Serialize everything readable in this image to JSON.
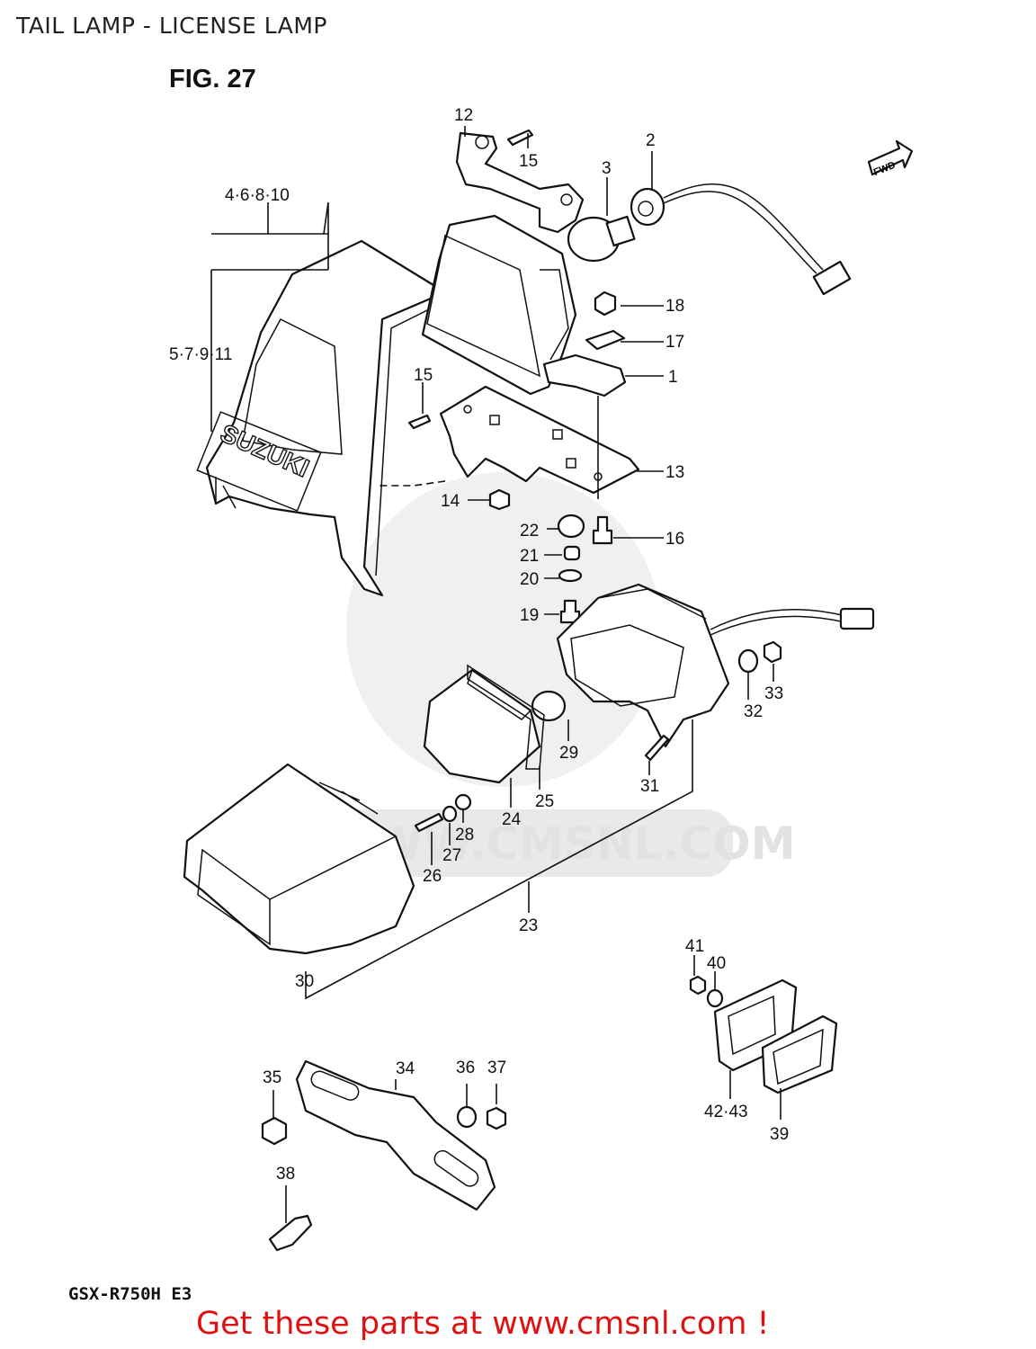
{
  "header": {
    "title": "TAIL LAMP - LICENSE LAMP",
    "figure": "FIG. 27"
  },
  "footer": {
    "model": "GSX-R750H E3",
    "promo": "Get these parts at www.cmsnl.com !"
  },
  "diagram": {
    "direction_marker": "FWD",
    "brand_on_cowl": "SUZUKI",
    "watermark": "WWW.CMSNL.COM",
    "part_labels": [
      "1",
      "2",
      "3",
      "4·6·8·10",
      "5·7·9·11",
      "12",
      "13",
      "14",
      "15",
      "15",
      "16",
      "17",
      "18",
      "19",
      "20",
      "21",
      "22",
      "23",
      "24",
      "25",
      "26",
      "27",
      "28",
      "29",
      "30",
      "31",
      "32",
      "33",
      "34",
      "35",
      "36",
      "37",
      "38",
      "39",
      "40",
      "41",
      "42·43"
    ]
  }
}
